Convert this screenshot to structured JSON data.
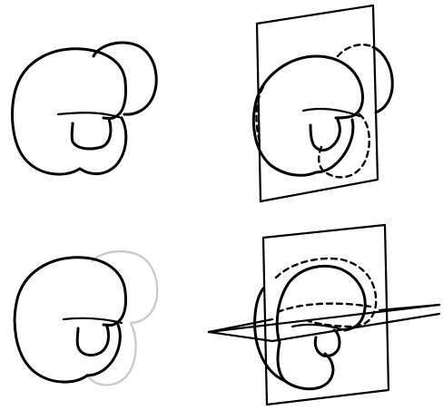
{
  "figure": {
    "background": "#ffffff",
    "ink_color": "#000000",
    "faint_ink_color": "#c8c8c8",
    "panels": [
      {
        "id": "top-left",
        "content": "shape-with-rear-lobe"
      },
      {
        "id": "top-right",
        "content": "shape-with-vertical-plane-and-hidden-dashed-lobe"
      },
      {
        "id": "bottom-left",
        "content": "shape-with-faint-rear-lobe"
      },
      {
        "id": "bottom-right",
        "content": "shape-with-vertical-and-horizontal-planes"
      }
    ]
  }
}
